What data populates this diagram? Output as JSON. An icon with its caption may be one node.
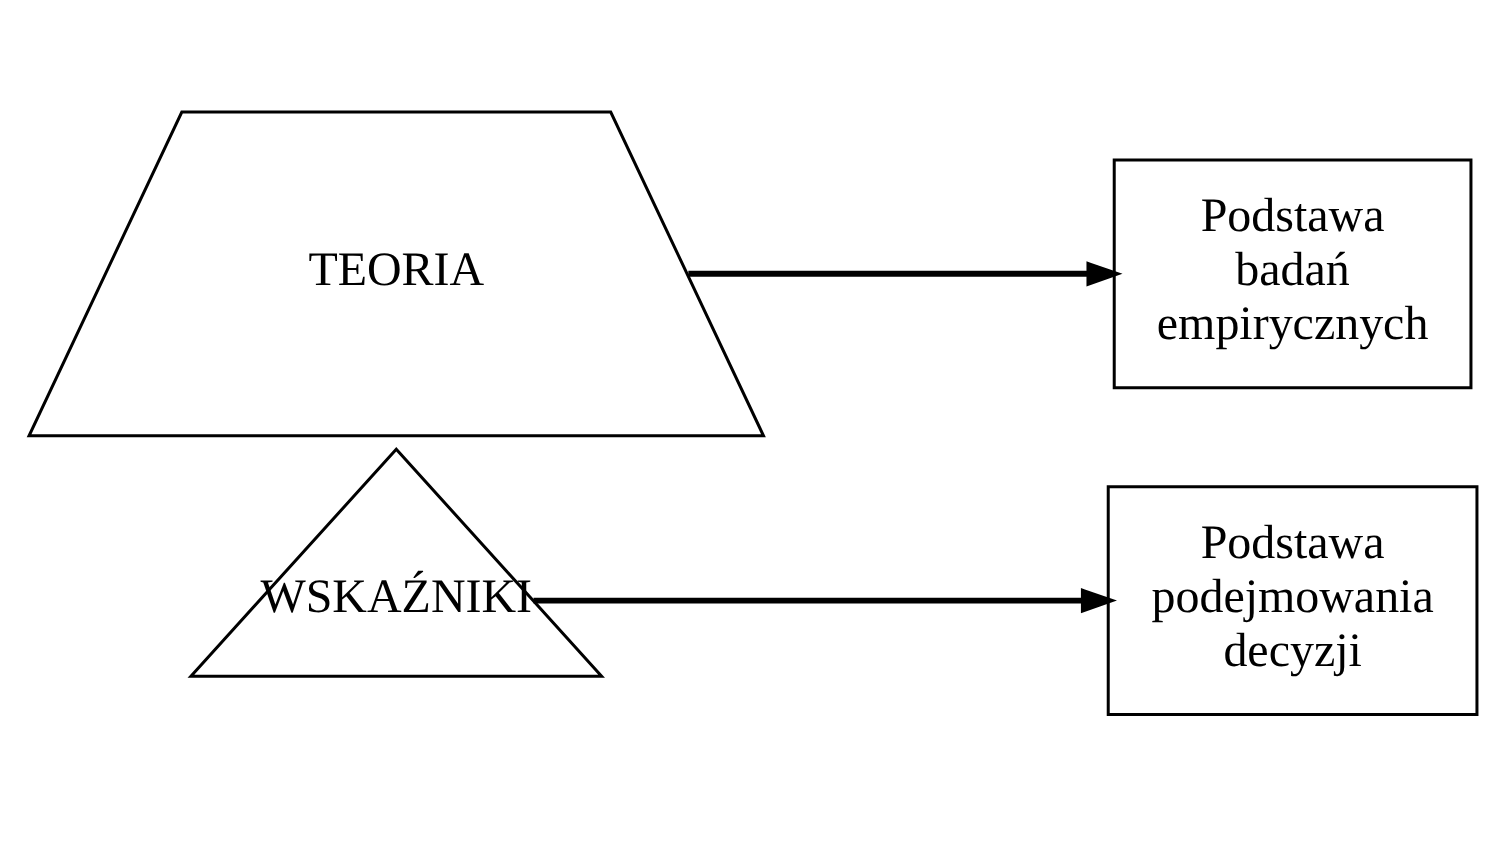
{
  "diagram": {
    "nodes": [
      {
        "text": [
          "WSKAŹNIKI"
        ]
      },
      {
        "text": [
          "TEORIA"
        ]
      },
      {
        "text": [
          "Podstawa podejmowania decyzji"
        ]
      },
      {
        "text": [
          "Podstawa badań empirycznych"
        ]
      }
    ],
    "edges": [
      {
        "from": 0,
        "to": 2,
        "arrow": "to"
      },
      {
        "from": 1,
        "to": 3,
        "arrow": "to"
      }
    ]
  }
}
